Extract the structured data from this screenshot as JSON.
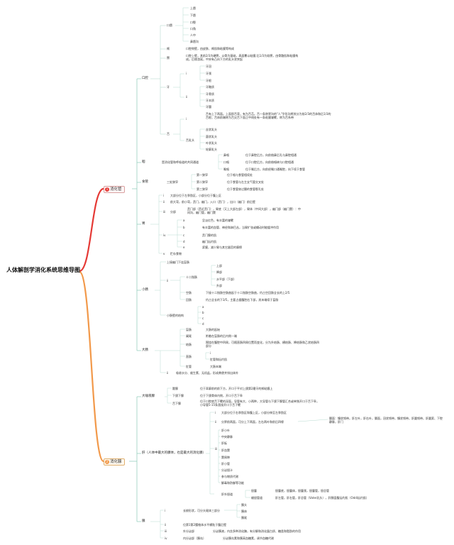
{
  "title": "人体解剖学消化系统思维导图",
  "colors": {
    "main_branch": "#e53935",
    "second_branch": "#f2994a",
    "sub_line": "#8cc9b6",
    "thin_line": "#b7dbd0"
  },
  "branches": [
    {
      "badge": "1",
      "label": "消化管",
      "organs": {
        "mouth": {
          "label": "口腔",
          "kouchun": {
            "label": "口唇",
            "items": [
              "上唇",
              "下唇",
              "口裂",
              "口角",
              "人中",
              "鼻唇沟"
            ]
          },
          "jia": {
            "label": "颊",
            "text": "口腔侧壁，由皮肤、颊肌和粘膜等构成"
          },
          "e": {
            "label": "腭",
            "text": "口腔上壁，其前2/3为硬腭，以骨为基础，表面覆以粘膜;后1/3为软腭，由骨骼肌和粘膜构成。后缘游离，中央有凸向下方的乳头状突起"
          },
          "ya": {
            "label": "牙",
            "g1_num": "i",
            "g1": [
              "牙冠",
              "牙颈",
              "牙根"
            ],
            "g2_num": "ii",
            "g2": [
              "牙釉质",
              "牙骨质",
              "牙本质",
              "牙髓"
            ]
          },
          "she": {
            "label": "舌",
            "sub_num": "i",
            "text": "舌有上下两面。上面即舌背，有为舌苔。舌一条称界沟的\"人\"字形沟将其分为前2/3的舌体和后1/3的舌根；舌体前端称为舌尖舌下面正中线处有一条粘膜皱襞，称为舌系带",
            "rutou": {
              "label": "舌乳头",
              "items": [
                "丝状乳头",
                "菌状乳头",
                "叶状乳头",
                "轮廓乳头"
              ]
            }
          }
        },
        "pharynx": {
          "label": "咽",
          "text": "是消化管和呼吸道的共同通道",
          "parts": [
            {
              "label": "鼻咽",
              "text": "位于鼻腔后方，向前借鼻后孔与鼻腔相通"
            },
            {
              "label": "口咽",
              "text": "位于口腔后方，向前借咽峡与口腔相通"
            },
            {
              "label": "喉咽",
              "text": "位于喉后方，向前经喉口通喉腔，向下续于食管"
            }
          ]
        },
        "esophagus": {
          "label": "食管",
          "text": "三处狭窄",
          "items": [
            {
              "label": "第一狭窄",
              "text": "位于咽与食管相续处"
            },
            {
              "label": "第二狭窄",
              "text": "位于食管与左主支气管交叉处"
            },
            {
              "label": "第三狭窄",
              "text": "位于食管穿过膈的食管裂孔处"
            }
          ]
        },
        "stomach": {
          "label": "胃",
          "n1": "i",
          "t1": "大部分位于左季肋区，小部分位于腹上区",
          "n2": "ii",
          "t2": "前大弯，前小弯，贲门，幽门，入口（贲门），出口（幽门）前后壁",
          "n3": "iii",
          "fenbu_label": "分部",
          "fenbu_text": "贲门部（贲近贲门），胃底（又上大部左部），胃体（中间大部），幽门部（幽门窦）：中间沟，幽门管，幽门窦",
          "n4": "iv",
          "wall": [
            {
              "num": "a",
              "text": "呈淡红色，有丰富的皱襞"
            },
            {
              "num": "b",
              "text": "有丰富的血管、神经和淋巴丛，当胃扩张或蠕动时能缓冲作用"
            },
            {
              "num": "c",
              "text": "贲门腺的肌"
            },
            {
              "num": "d",
              "text": "幽门括约肌"
            },
            {
              "num": "e",
              "text": "浆膜，减少胃与其它器官的摩擦"
            }
          ],
          "n5": "v",
          "t5": "贮存食物"
        },
        "small_int": {
          "label": "小肠",
          "t1": "上接幽门下连盲肠",
          "n2": "ii",
          "duo_label": "十二指肠",
          "duo": [
            "上部",
            "降部",
            "水平部（下部）",
            "升部"
          ],
          "k_label": "空肠",
          "k_text": "下接十二指肠空肠曲起于十二指肠空肠曲，约占空回肠全长的上2/5",
          "h_label": "回肠",
          "h_text": "约占全长的下3/5，主要占据腹腔右下部，其末端续于盲肠",
          "w_label": "小肠壁的结构",
          "w_items": [
            "a",
            "b",
            "c",
            "d"
          ]
        },
        "large_int": {
          "label": "大肠",
          "parts": [
            {
              "label": "盲肠",
              "text": "大肠的起始"
            },
            {
              "label": "阑尾",
              "text": "附着在盲肠的后内侧一端"
            },
            {
              "label": "结肠",
              "text": "围绕在腹腔中四周，可随直肠四周位置而变化，分为升结肠、横结肠、降结肠和乙状结肠四部分"
            },
            {
              "label": "直肠",
              "sub": [
                "i",
                "肛管和括约肌"
              ]
            },
            {
              "label": "肛管",
              "text": "大肠末端"
            }
          ],
          "n": "ii",
          "t": "吸收水分、维生素、无机盐，形成粪便并排出体外"
        }
      }
    },
    {
      "badge": "2",
      "label": "消化腺",
      "glands": {
        "salivary": {
          "label": "大唾液腺",
          "items": [
            {
              "label": "腮腺",
              "text": "位于耳廓前的前下方，开口于平对上颌第2磨牙的颊粘膜上"
            },
            {
              "label": "下颌下腺",
              "text": "位于下颌骨体内侧，开口于舌下阜"
            },
            {
              "label": "舌下腺",
              "text": "位于口腔底舌下襞的深面，导管有大、小两种，大导管与下颌下腺管汇合或单独开口于舌下阜，小导管5-15条直接开口于舌下襞"
            }
          ]
        },
        "liver": {
          "label": "肝（人体中最大的腺体，也是最大的消化腺）",
          "n1": "i",
          "t1": "大部分位于右季肋区和腹上区，小部分伸至左季肋区",
          "n2": "ii",
          "t2": "分界前两面，可分上下两面，左右两叶和前后四缘",
          "t2b": "膈面：镰状韧带，肝左叶，肝右叶，膈面，冠状韧带，镰状韧带，肝圆韧带，肝圆索、下腔静脉，肝门",
          "n3": "iii",
          "sec_items": [
            "肝小叶",
            "中央静脉",
            "肝板",
            "肝血窦",
            "窦周隙",
            "肝小管",
            "分泌胆汁",
            "参与物质代谢",
            "解毒和防御等功能"
          ],
          "duct_label": "肝外胆道",
          "ducts": [
            {
              "label": "胆囊",
              "text": "胆囊底，胆囊体，胆囊颈，胆囊管，胆总管"
            },
            {
              "label": "输胆管道",
              "text": "肝左管，肝右管，肝总管（Vater乳头），肝胰壶腹括约肌（Oddi括约肌）"
            }
          ]
        },
        "pancreas": {
          "label": "胰",
          "n1": "i",
          "t1": "长梭形状，可分头尾体三部分",
          "parts": [
            "胰头",
            "胰体",
            "胰尾"
          ],
          "n2": "ii",
          "t2": "位第1第2腰椎体水平横贴于腹后壁",
          "n3": "iii",
          "exo_label": "外分泌部",
          "exo_text": "分泌胰液，内含多种消化酶，有分解和消化蛋白质、糖类和脂肪的作用",
          "n4": "iv",
          "endo_label": "内分泌部（胰岛）",
          "endo_text": "分泌胰岛素和胰高血糖素，调节血糖代谢"
        }
      }
    }
  ]
}
